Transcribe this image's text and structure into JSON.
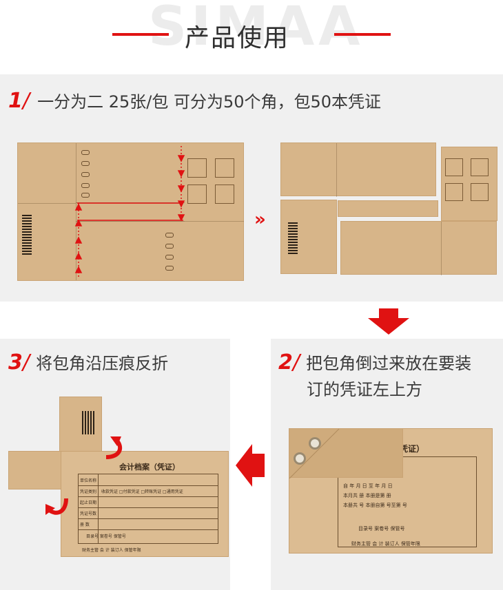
{
  "header": {
    "watermark": "SIMAA",
    "title": "产品使用"
  },
  "steps": [
    {
      "num": "1",
      "slash": "/",
      "text": "一分为二  25张/包 可分为50个角，包50本凭证"
    },
    {
      "num": "2",
      "slash": "/",
      "text_line1": "把包角倒过来放在要装",
      "text_line2": "订的凭证左上方"
    },
    {
      "num": "3",
      "slash": "/",
      "text": "将包角沿压痕反折"
    }
  ],
  "double_arrow": "»",
  "form": {
    "title": "会计档案（凭证）",
    "title_partial": "凭证）",
    "rows": [
      "单位名称",
      "凭证类别",
      "起止日期",
      "凭证号数",
      "册 数"
    ],
    "options": "收款凭证 □付款凭证 □转账凭证 □通用凭证",
    "date_row": "自    年    月    日 至    年    月    日",
    "this_month": "本月共        册   本册是第       册",
    "num_row": "本册共        号   本册自第       号至第       号",
    "record_row": "目录号        案卷号        保管号",
    "sign_row": "财务主管      会 计      装订人      保管年限"
  },
  "colors": {
    "accent": "#e01212",
    "kraft": "#d7b589",
    "panel": "#f0f0f0"
  }
}
